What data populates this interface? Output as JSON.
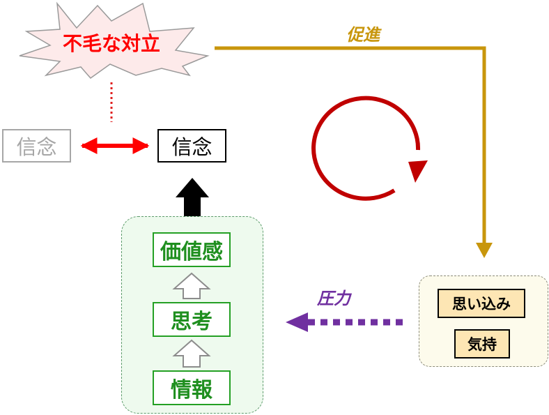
{
  "conflict": {
    "label": "不毛な対立"
  },
  "beliefs": {
    "other": "信念",
    "own": "信念"
  },
  "formation": {
    "values": "価値感",
    "thinking": "思考",
    "information": "情報"
  },
  "influence": {
    "assumption": "思い込み",
    "mood": "気持"
  },
  "arrows": {
    "promote": "促進",
    "pressure": "圧力"
  },
  "colors": {
    "conflict_text": "#ff0000",
    "promote": "#c8960c",
    "pressure": "#7030a0",
    "cycle": "#c00000",
    "mutual_arrow": "#ff0000",
    "formation_green": "#1f8f1f",
    "influence_fill": "#fde6b4"
  },
  "icons": [
    "explosion-burst-icon",
    "cycle-arrow-icon",
    "up-arrow-icon",
    "hollow-up-arrow-icon",
    "double-arrow-icon",
    "dotted-left-arrow-icon"
  ]
}
